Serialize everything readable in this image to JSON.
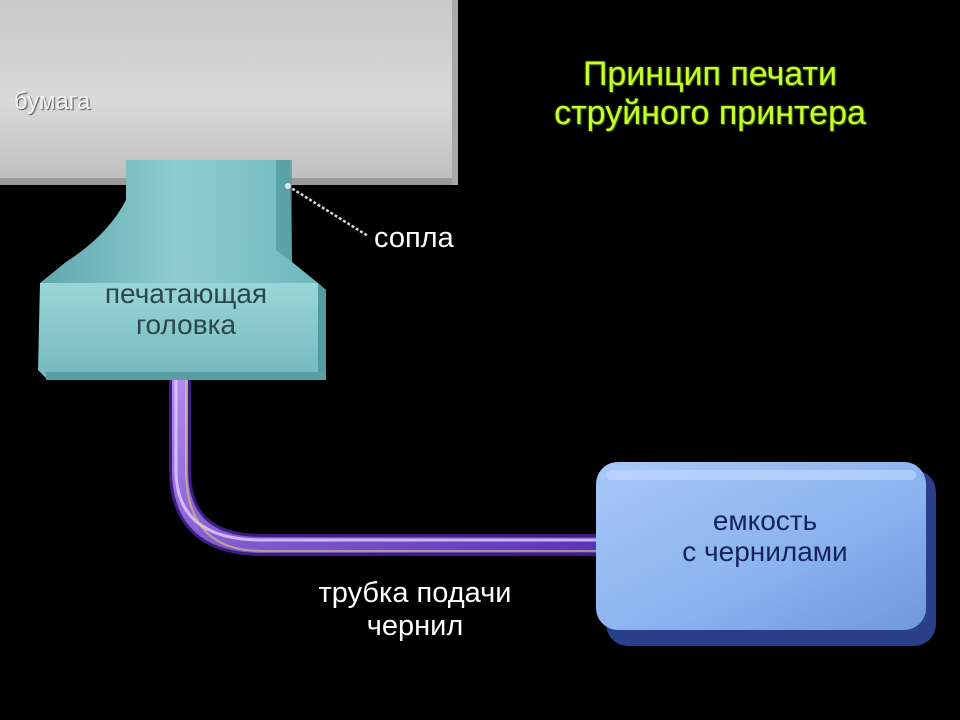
{
  "title": {
    "line1": "Принцип печати",
    "line2": "струйного принтера"
  },
  "labels": {
    "paper": "бумага",
    "nozzles": "сопла",
    "print_head_line1": "печатающая",
    "print_head_line2": "головка",
    "ink_tank_line1": "емкость",
    "ink_tank_line2": "с чернилами",
    "tube_line1": "трубка подачи",
    "tube_line2": "чернил"
  },
  "colors": {
    "background": "#000000",
    "title": "#c6ff2a",
    "paper": "#d6d6d6",
    "print_head": "#86c9cc",
    "ink_tank": "#8fb6f2",
    "tube": "#7a4fd0"
  }
}
